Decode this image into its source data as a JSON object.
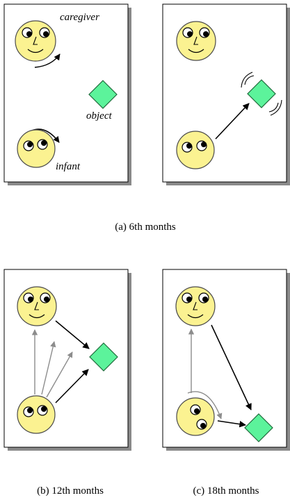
{
  "labels": {
    "caregiver": "caregiver",
    "object": "object",
    "infant": "infant"
  },
  "captions": {
    "a": "(a) 6th months",
    "b": "(b) 12th months",
    "c": "(c) 18th months"
  },
  "colors": {
    "face_fill": "#fbf291",
    "face_stroke": "#4a4a4a",
    "object_fill": "#5cf39b",
    "object_stroke": "#1f6a3b",
    "panel_shadow": "#8a8a8a",
    "gray_arrow": "#8c8c8c",
    "black_arrow": "#000000"
  }
}
